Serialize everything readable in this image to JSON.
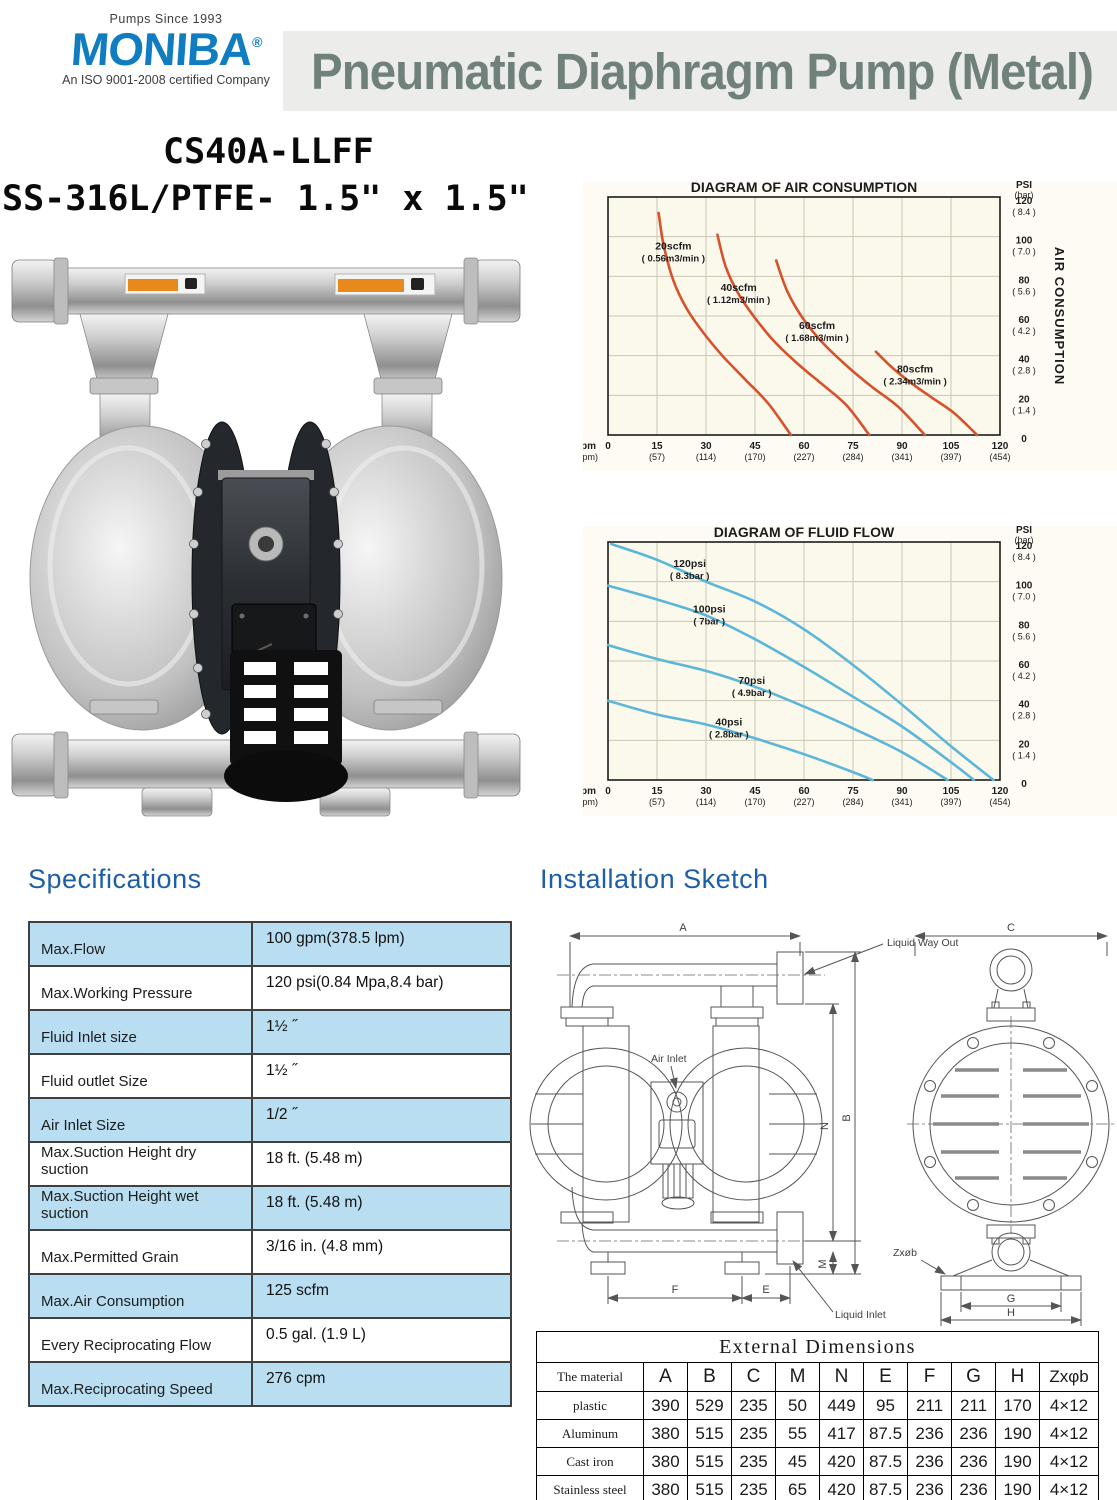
{
  "header": {
    "logo": {
      "tagline_top": "Pumps Since 1993",
      "brand": "MONIBA",
      "reg_mark": "®",
      "tagline_bottom": "An ISO 9001-2008 certified Company"
    },
    "title": "Pneumatic Diaphragm Pump (Metal)"
  },
  "model": {
    "line1": "CS40A-LLFF",
    "line2": "SS-316L/PTFE- 1.5\" x 1.5\""
  },
  "colors": {
    "brand_blue": "#0f7dc0",
    "heading_blue": "#1d5fa7",
    "spec_row_blue": "#b9def1",
    "air_curve": "#d6522c",
    "fluid_curve": "#5cb6d8"
  },
  "chart_data": [
    {
      "type": "line",
      "title": "DIAGRAM OF AIR CONSUMPTION",
      "xlabel": "gpm (lpm)",
      "ylabel": "PSI (bar)",
      "side_label": "AIR CONSUMPTION",
      "xlim": [
        0,
        120
      ],
      "ylim": [
        0,
        120
      ],
      "grid": true,
      "legend_position": "on-curve-labels",
      "color": "#d6522c",
      "x_ticks": [
        [
          0,
          ""
        ],
        [
          15,
          "(57)"
        ],
        [
          30,
          "(114)"
        ],
        [
          45,
          "(170)"
        ],
        [
          60,
          "(227)"
        ],
        [
          75,
          "(284)"
        ],
        [
          90,
          "(341)"
        ],
        [
          105,
          "(397)"
        ],
        [
          120,
          "(454)"
        ]
      ],
      "y_ticks": [
        [
          120,
          "( 8.4 )"
        ],
        [
          100,
          "( 7.0 )"
        ],
        [
          80,
          "( 5.6 )"
        ],
        [
          60,
          "( 4.2 )"
        ],
        [
          40,
          "( 2.8 )"
        ],
        [
          20,
          "( 1.4 )"
        ],
        [
          0,
          ""
        ]
      ],
      "series": [
        {
          "name": "20scfm",
          "sub": "( 0.56m3/min )",
          "label_at": [
            20,
            92
          ],
          "points": [
            [
              15.5,
              112
            ],
            [
              17,
              96
            ],
            [
              20,
              78
            ],
            [
              24,
              64
            ],
            [
              29,
              52
            ],
            [
              35,
              40
            ],
            [
              42,
              28
            ],
            [
              49,
              16
            ],
            [
              56,
              0
            ]
          ]
        },
        {
          "name": "40scfm",
          "sub": "( 1.12m3/min )",
          "label_at": [
            40,
            71
          ],
          "points": [
            [
              33.5,
              101
            ],
            [
              36,
              85
            ],
            [
              40,
              71
            ],
            [
              45,
              59
            ],
            [
              51,
              47
            ],
            [
              58,
              36
            ],
            [
              66,
              25
            ],
            [
              73,
              15
            ],
            [
              80,
              0
            ]
          ]
        },
        {
          "name": "60scfm",
          "sub": "( 1.68m3/min )",
          "label_at": [
            64,
            52
          ],
          "points": [
            [
              51.5,
              88
            ],
            [
              55,
              72
            ],
            [
              60,
              58
            ],
            [
              66,
              46
            ],
            [
              73,
              35
            ],
            [
              81,
              24
            ],
            [
              89,
              14
            ],
            [
              97,
              0
            ]
          ]
        },
        {
          "name": "80scfm",
          "sub": "( 2.34m3/min )",
          "label_at": [
            94,
            30
          ],
          "points": [
            [
              82,
              42
            ],
            [
              87,
              34
            ],
            [
              93,
              26
            ],
            [
              99,
              19
            ],
            [
              106,
              11
            ],
            [
              113,
              0
            ]
          ]
        }
      ]
    },
    {
      "type": "line",
      "title": "DIAGRAM OF FLUID FLOW",
      "xlabel": "gpm (lpm)",
      "ylabel": "PSI (bar)",
      "side_label": "",
      "xlim": [
        0,
        120
      ],
      "ylim": [
        0,
        120
      ],
      "grid": true,
      "legend_position": "on-curve-labels",
      "color": "#5cb6d8",
      "x_ticks": [
        [
          0,
          ""
        ],
        [
          15,
          "(57)"
        ],
        [
          30,
          "(114)"
        ],
        [
          45,
          "(170)"
        ],
        [
          60,
          "(227)"
        ],
        [
          75,
          "(284)"
        ],
        [
          90,
          "(341)"
        ],
        [
          105,
          "(397)"
        ],
        [
          120,
          "(454)"
        ]
      ],
      "y_ticks": [
        [
          120,
          "( 8.4 )"
        ],
        [
          100,
          "( 7.0 )"
        ],
        [
          80,
          "( 5.6 )"
        ],
        [
          60,
          "( 4.2 )"
        ],
        [
          40,
          "( 2.8 )"
        ],
        [
          20,
          "( 1.4 )"
        ],
        [
          0,
          ""
        ]
      ],
      "series": [
        {
          "name": "120psi",
          "sub": "( 8.3bar )",
          "label_at": [
            25,
            106
          ],
          "points": [
            [
              1,
              119
            ],
            [
              15,
              111
            ],
            [
              30,
              100
            ],
            [
              45,
              90
            ],
            [
              60,
              76
            ],
            [
              75,
              58
            ],
            [
              90,
              38
            ],
            [
              105,
              17
            ],
            [
              118,
              0
            ]
          ]
        },
        {
          "name": "100psi",
          "sub": "( 7bar )",
          "label_at": [
            31,
            83
          ],
          "points": [
            [
              0,
              98
            ],
            [
              15,
              91
            ],
            [
              30,
              83
            ],
            [
              45,
              71
            ],
            [
              60,
              57
            ],
            [
              75,
              42
            ],
            [
              90,
              27
            ],
            [
              105,
              9
            ],
            [
              112,
              0
            ]
          ]
        },
        {
          "name": "70psi",
          "sub": "( 4.9bar )",
          "label_at": [
            44,
            47
          ],
          "points": [
            [
              0,
              68
            ],
            [
              15,
              61
            ],
            [
              30,
              55
            ],
            [
              45,
              47
            ],
            [
              60,
              37
            ],
            [
              75,
              26
            ],
            [
              90,
              14
            ],
            [
              104,
              0
            ]
          ]
        },
        {
          "name": "40psi",
          "sub": "( 2.8bar )",
          "label_at": [
            37,
            26
          ],
          "points": [
            [
              0,
              40
            ],
            [
              15,
              33
            ],
            [
              30,
              28
            ],
            [
              45,
              21
            ],
            [
              60,
              13
            ],
            [
              75,
              4
            ],
            [
              81,
              0
            ]
          ]
        }
      ]
    }
  ],
  "specifications": {
    "heading": "Specifications",
    "rows": [
      {
        "label": "Max.Flow",
        "value": "100 gpm(378.5 lpm)"
      },
      {
        "label": "Max.Working Pressure",
        "value": "120 psi(0.84 Mpa,8.4 bar)"
      },
      {
        "label": "Fluid Inlet size",
        "value": "1½ ˝"
      },
      {
        "label": "Fluid outlet Size",
        "value": "1½ ˝"
      },
      {
        "label": "Air Inlet Size",
        "value": "1/2 ˝"
      },
      {
        "label": "Max.Suction Height  dry suction",
        "value": "18 ft. (5.48 m)"
      },
      {
        "label": "Max.Suction Height  wet suction",
        "value": "18 ft. (5.48 m)"
      },
      {
        "label": "Max.Permitted Grain",
        "value": "3/16 in. (4.8 mm)"
      },
      {
        "label": "Max.Air Consumption",
        "value": "125 scfm"
      },
      {
        "label": "Every Reciprocating Flow",
        "value": "0.5 gal. (1.9 L)"
      },
      {
        "label": "Max.Reciprocating Speed",
        "value": "276 cpm"
      }
    ]
  },
  "installation": {
    "heading": "Installation Sketch",
    "front_view": {
      "dim_a": "A",
      "dim_n": "N",
      "dim_b": "B",
      "dim_m": "M",
      "dim_f": "F",
      "dim_e": "E",
      "label_liquid_out": "Liquid Way Out",
      "label_air_inlet": "Air Inlet",
      "label_liquid_inlet": "Liquid Inlet"
    },
    "side_view": {
      "dim_c": "C",
      "dim_g": "G",
      "dim_h": "H",
      "label_bolt": "Zxøb"
    }
  },
  "dimensions_table": {
    "title": "External Dimensions",
    "columns": [
      "The material",
      "A",
      "B",
      "C",
      "M",
      "N",
      "E",
      "F",
      "G",
      "H",
      "Zxφb"
    ],
    "rows": [
      [
        "plastic",
        "390",
        "529",
        "235",
        "50",
        "449",
        "95",
        "211",
        "211",
        "170",
        "4×12"
      ],
      [
        "Aluminum",
        "380",
        "515",
        "235",
        "55",
        "417",
        "87.5",
        "236",
        "236",
        "190",
        "4×12"
      ],
      [
        "Cast iron",
        "380",
        "515",
        "235",
        "45",
        "420",
        "87.5",
        "236",
        "236",
        "190",
        "4×12"
      ],
      [
        "Stainless steel",
        "380",
        "515",
        "235",
        "65",
        "420",
        "87.5",
        "236",
        "236",
        "190",
        "4×12"
      ]
    ]
  }
}
